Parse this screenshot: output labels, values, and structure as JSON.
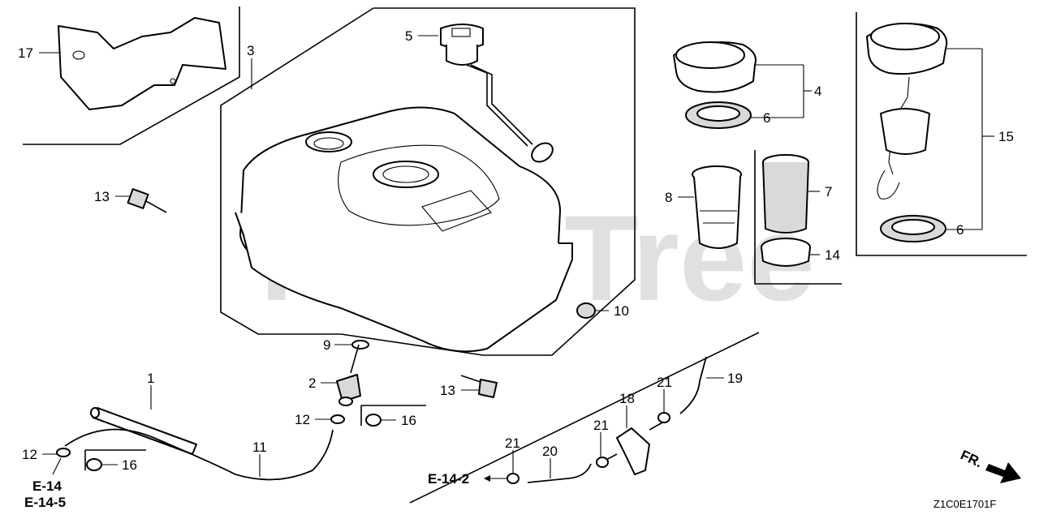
{
  "diagram": {
    "watermark": "PartsTree",
    "diagram_code": "Z1C0E1701F",
    "front_indicator": "FR.",
    "callouts": {
      "c1": "1",
      "c2": "2",
      "c3": "3",
      "c4": "4",
      "c5": "5",
      "c6a": "6",
      "c6b": "6",
      "c7": "7",
      "c8": "8",
      "c9": "9",
      "c10": "10",
      "c11": "11",
      "c12a": "12",
      "c12b": "12",
      "c13a": "13",
      "c13b": "13",
      "c14": "14",
      "c15": "15",
      "c16a": "16",
      "c16b": "16",
      "c17": "17",
      "c18": "18",
      "c19": "19",
      "c20": "20",
      "c21a": "21",
      "c21b": "21",
      "c21c": "21"
    },
    "references": {
      "e14": "E-14",
      "e145": "E-14-5",
      "e142": "E-14-2"
    }
  }
}
